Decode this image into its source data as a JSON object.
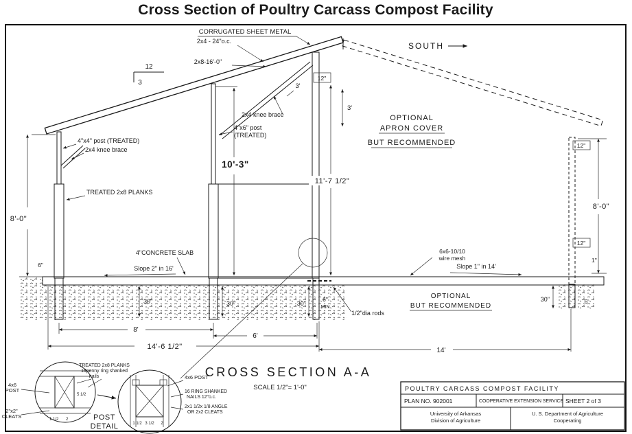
{
  "title": "Cross Section of Poultry Carcass Compost Facility",
  "roof": {
    "corrugated": "CORRUGATED SHEET METAL",
    "purlins": "2x4 - 24\"o.c.",
    "rafter": "2x8-16'-0\"",
    "pitch_run": "12",
    "pitch_rise": "3"
  },
  "compass": {
    "south": "SOUTH"
  },
  "framing": {
    "post_4x4": "4\"x4\" post (TREATED)",
    "knee_brace": "2x4 knee brace",
    "post_4x6_l1": "4\"x6\" post",
    "post_4x6_l2": "(TREATED)",
    "planks": "TREATED 2x8 PLANKS"
  },
  "apron": {
    "optional": "OPTIONAL",
    "cover": "APRON COVER",
    "recommended": "BUT RECOMMENDED"
  },
  "slab": {
    "label": "4\"CONCRETE SLAB",
    "slope_left": "Slope 2\" in 16'",
    "mesh_l1": "6x6-10/10",
    "mesh_l2": "wire mesh",
    "slope_right": "Slope 1\" in 14'",
    "optional": "OPTIONAL",
    "recommended": "BUT RECOMMENDED",
    "rods": "1/2\"dia rods"
  },
  "dims": {
    "wall_left": "8'-0\"",
    "mid": "10'-3\"",
    "eave": "11'-7 1/2\"",
    "apron_wall": "8'-0\"",
    "brace": "3'",
    "post_top": "3'",
    "twelve": "12\"",
    "one": "1\"",
    "six": "6\"",
    "six_plain": "6",
    "min": "MIN",
    "embed": "30\"",
    "bay_left": "8'",
    "bay_mid": "6'",
    "span_left": "14'-6 1/2\"",
    "span_right": "14'"
  },
  "section": {
    "title": "CROSS SECTION A-A",
    "scale": "SCALE 1/2\"= 1'-0\""
  },
  "detail": {
    "planks_l1": "TREATED 2x8 PLANKS",
    "planks_l2": "16penny ring shanked",
    "planks_l3": "nails",
    "post_l1": "4x6",
    "post_l2": "POST",
    "post_right": "4x6 POST",
    "nails_l1": "16 RING SHANKED",
    "nails_l2": "NAILS 12\"o.c.",
    "angle_l1": "2x1 1/2x 1/8 ANGLE",
    "angle_l2": "OR 2x2 CLEATS",
    "cleats_l1": "2\"x2\"",
    "cleats_l2": "CLEATS",
    "title_l1": "POST",
    "title_l2": "DETAIL",
    "dim_a": "5 1/2",
    "dim_b": "1 1/2",
    "dim_c": "2",
    "dim_d": "3 1/2"
  },
  "title_block": {
    "facility": "POULTRY CARCASS COMPOST FACILITY",
    "plan": "PLAN NO. 902001",
    "coop": "COOPERATIVE EXTENSION SERVICE",
    "sheet": "SHEET 2 of 3",
    "univ_l1": "University of Arkansas",
    "univ_l2": "Division of Agriculture",
    "usda_l1": "U. S. Department of Agriculture",
    "usda_l2": "Cooperating"
  },
  "colors": {
    "ink": "#1a1a1a",
    "paper": "#ffffff"
  }
}
